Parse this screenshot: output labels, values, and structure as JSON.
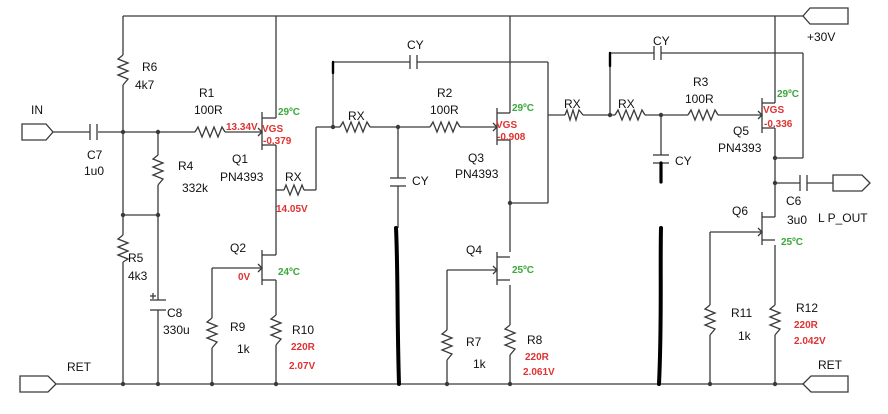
{
  "ports": {
    "in": "IN",
    "plus30": "+30V",
    "ret_left": "RET",
    "ret_right": "RET",
    "lp_out": "L P_OUT"
  },
  "components": {
    "R6": {
      "ref": "R6",
      "value": "4k7"
    },
    "R1": {
      "ref": "R1",
      "value": "100R"
    },
    "C7": {
      "ref": "C7",
      "value": "1u0"
    },
    "R4": {
      "ref": "R4",
      "value": "332k"
    },
    "R5": {
      "ref": "R5",
      "value": "4k3"
    },
    "C8": {
      "ref": "C8",
      "value": "330u"
    },
    "R9": {
      "ref": "R9",
      "value": "1k"
    },
    "R10": {
      "ref": "R10",
      "value": "220R",
      "voltage": "2.07V"
    },
    "Q1": {
      "ref": "Q1",
      "part": "PN4393",
      "vgs_label": "VGS",
      "vgs": "-0.379",
      "gate_v": "13.34V",
      "temp": "29ºC",
      "source_v": "14.05V"
    },
    "Q2": {
      "ref": "Q2",
      "gate_v": "0V",
      "temp": "24ºC"
    },
    "RX1": {
      "ref": "RX"
    },
    "CY_top": {
      "ref": "CY"
    },
    "RX2": {
      "ref": "RX"
    },
    "CY_mid": {
      "ref": "CY"
    },
    "R2": {
      "ref": "R2",
      "value": "100R"
    },
    "Q3": {
      "ref": "Q3",
      "part": "PN4393",
      "vgs_label": "VGS",
      "vgs": "-0.908",
      "temp": "29ºC"
    },
    "Q4": {
      "ref": "Q4",
      "temp": "25ºC"
    },
    "R7": {
      "ref": "R7",
      "value": "1k"
    },
    "R8": {
      "ref": "R8",
      "value": "220R",
      "voltage": "2.061V"
    },
    "RX3": {
      "ref": "RX"
    },
    "RX4": {
      "ref": "RX"
    },
    "CY_top2": {
      "ref": "CY"
    },
    "CY_right": {
      "ref": "CY"
    },
    "R3": {
      "ref": "R3",
      "value": "100R"
    },
    "Q5": {
      "ref": "Q5",
      "part": "PN4393",
      "vgs_label": "VGS",
      "vgs": "-0.336",
      "temp": "29ºC"
    },
    "C6": {
      "ref": "C6",
      "value": "3u0"
    },
    "Q6": {
      "ref": "Q6",
      "temp": "25ºC"
    },
    "R11": {
      "ref": "R11",
      "value": "1k"
    },
    "R12": {
      "ref": "R12",
      "value": "220R",
      "voltage": "2.042V"
    }
  }
}
